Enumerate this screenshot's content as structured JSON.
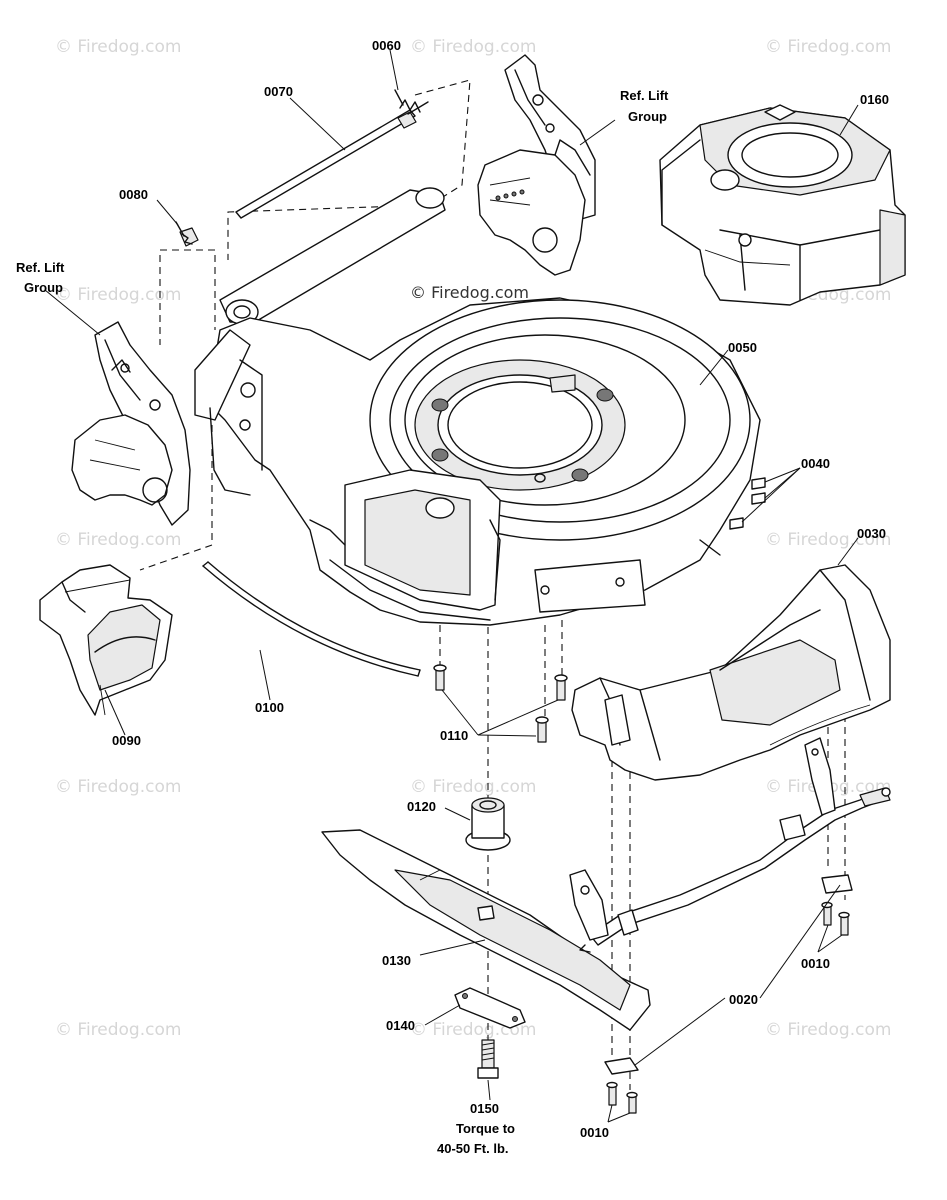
{
  "watermarks": {
    "text": "© Firedog.com",
    "center_text": "© Firedog.com"
  },
  "parts": {
    "p0010a": "0010",
    "p0010b": "0010",
    "p0020": "0020",
    "p0030": "0030",
    "p0040": "0040",
    "p0050": "0050",
    "p0060": "0060",
    "p0070": "0070",
    "p0080": "0080",
    "p0090": "0090",
    "p0100": "0100",
    "p0110": "0110",
    "p0120": "0120",
    "p0130": "0130",
    "p0140": "0140",
    "p0150": "0150",
    "p0160": "0160"
  },
  "notes": {
    "ref_lift_left_1": "Ref. Lift",
    "ref_lift_left_2": "Group",
    "ref_lift_right_1": "Ref. Lift",
    "ref_lift_right_2": "Group",
    "torque_1": "Torque to",
    "torque_2": "40-50 Ft. lb."
  }
}
